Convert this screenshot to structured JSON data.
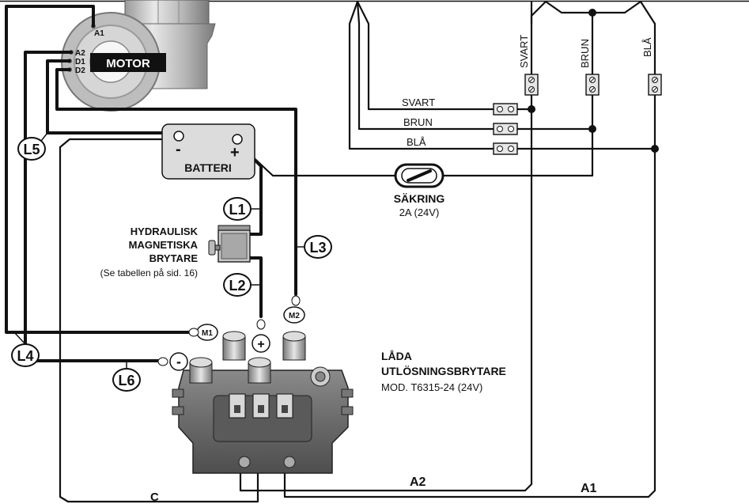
{
  "motor": {
    "label": "MOTOR",
    "terminals": [
      "A1",
      "A2",
      "D1",
      "D2"
    ]
  },
  "battery": {
    "label": "BATTERI",
    "minus": "-",
    "plus": "+"
  },
  "breaker": {
    "line1": "HYDRAULISK",
    "line2": "MAGNETISKA",
    "line3": "BRYTARE",
    "note": "(Se tabellen på sid. 16)"
  },
  "fuse": {
    "label": "SÄKRING",
    "rating": "2A (24V)"
  },
  "box": {
    "line1": "LÅDA",
    "line2": "UTLÖSNINGSBRYTARE",
    "model": "MOD. T6315-24 (24V)"
  },
  "callouts": {
    "L1": "L1",
    "L2": "L2",
    "L3": "L3",
    "L4": "L4",
    "L5": "L5",
    "L6": "L6"
  },
  "posts": {
    "M1": "M1",
    "M2": "M2",
    "plus": "+",
    "minus": "-"
  },
  "wires": {
    "svart": "SVART",
    "brun": "BRUN",
    "bla": "BLÅ",
    "A1": "A1",
    "A2": "A2",
    "C": "C"
  }
}
